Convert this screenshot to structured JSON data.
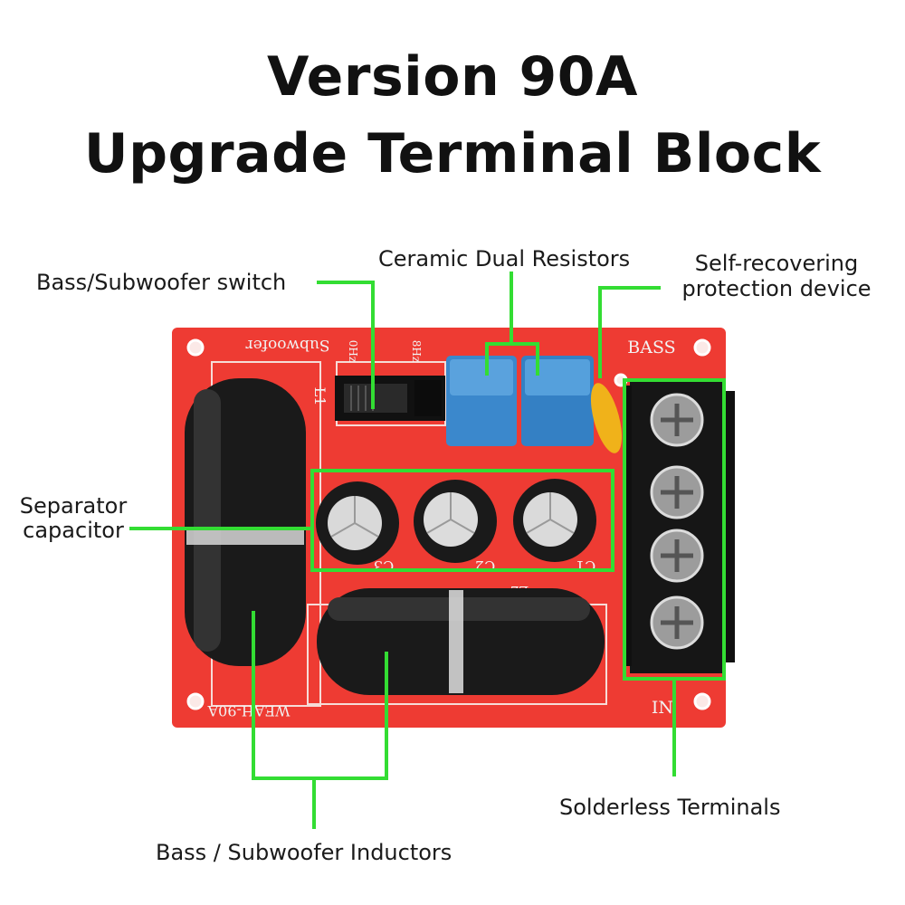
{
  "title": {
    "line1": "Version 90A",
    "line2": "Upgrade Terminal Block"
  },
  "labels": {
    "resistors": "Ceramic Dual Resistors",
    "switch": "Bass/Subwoofer switch",
    "protection_line1": "Self-recovering",
    "protection_line2": "protection device",
    "capacitor_line1": "Separator",
    "capacitor_line2": "capacitor",
    "terminals": "Solderless Terminals",
    "inductors": "Bass / Subwoofer Inductors"
  },
  "pcb": {
    "subwoofer": "Subwoofer",
    "bass": "BASS",
    "in": "IN",
    "model": "WEAH-90A",
    "hz_left": "0Hz",
    "hz_right": "8Hz",
    "c1": "C1",
    "c2": "C2",
    "c3": "C3",
    "l1": "L1",
    "l2": "L2"
  },
  "colors": {
    "board": "#ee3b33",
    "highlight": "#33dd33",
    "resistor": "#3b88cc",
    "inductor": "#1a1a1a",
    "terminal": "#161616"
  }
}
